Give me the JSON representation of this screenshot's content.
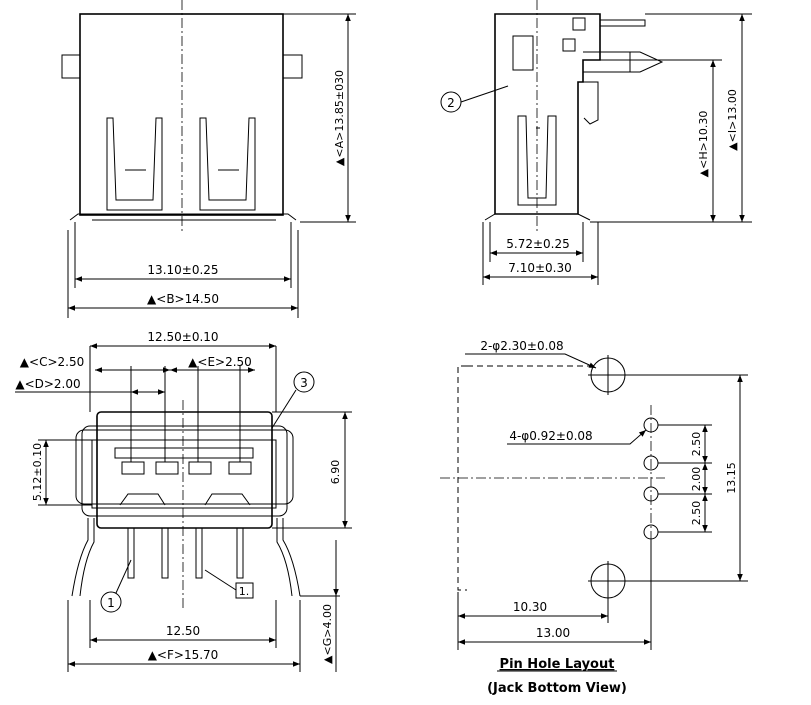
{
  "front_view": {
    "dim_width_inner": "13.10±0.25",
    "dim_width_outer": "▲<B>14.50",
    "dim_height": "▲<A>13.85±030"
  },
  "side_view": {
    "callout_2": "2",
    "dim_height_h": "▲<H>10.30",
    "dim_height_i": "▲<I>13.00",
    "dim_width_1": "5.72±0.25",
    "dim_width_2": "7.10±0.30"
  },
  "end_view": {
    "dim_top": "12.50±0.10",
    "dim_c": "▲<C>2.50",
    "dim_e": "▲<E>2.50",
    "dim_d": "▲<D>2.00",
    "dim_left": "5.12±0.10",
    "dim_right": "6.90",
    "callout_3": "3",
    "callout_1": "1",
    "note_box": "1.",
    "dim_bottom_inner": "12.50",
    "dim_bottom_outer": "▲<F>15.70",
    "dim_g": "▲<G>4.00"
  },
  "pin_layout": {
    "hole_large": "2-φ2.30±0.08",
    "hole_small": "4-φ0.92±0.08",
    "pitch_1": "2.50",
    "pitch_2": "2.00",
    "pitch_3": "2.50",
    "height": "13.15",
    "width_1": "10.30",
    "width_2": "13.00",
    "title": "Pin Hole Layout",
    "subtitle": "(Jack Bottom View)"
  }
}
